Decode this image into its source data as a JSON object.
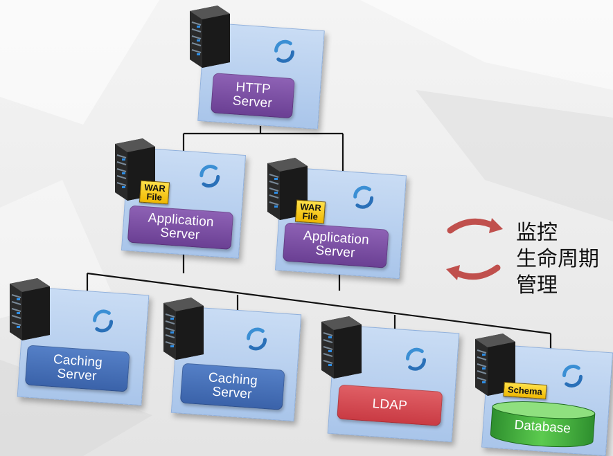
{
  "nodes": {
    "http": {
      "label": "HTTP\nServer"
    },
    "app1": {
      "label": "Application\nServer",
      "badge": "WAR\nFile"
    },
    "app2": {
      "label": "Application\nServer",
      "badge": "WAR\nFile"
    },
    "cache1": {
      "label": "Caching\nServer"
    },
    "cache2": {
      "label": "Caching\nServer"
    },
    "ldap": {
      "label": "LDAP"
    },
    "db": {
      "label": "Database",
      "badge": "Schema"
    }
  },
  "side_text": {
    "line1": "监控",
    "line2": "生命周期",
    "line3": "管理"
  },
  "colors": {
    "panel": "#b5cdee",
    "purple": "#7b4fa6",
    "blue": "#4a72b8",
    "red": "#d44a52",
    "green": "#3aa83a",
    "badge": "#f5c800",
    "arrow": "#c0504d"
  }
}
